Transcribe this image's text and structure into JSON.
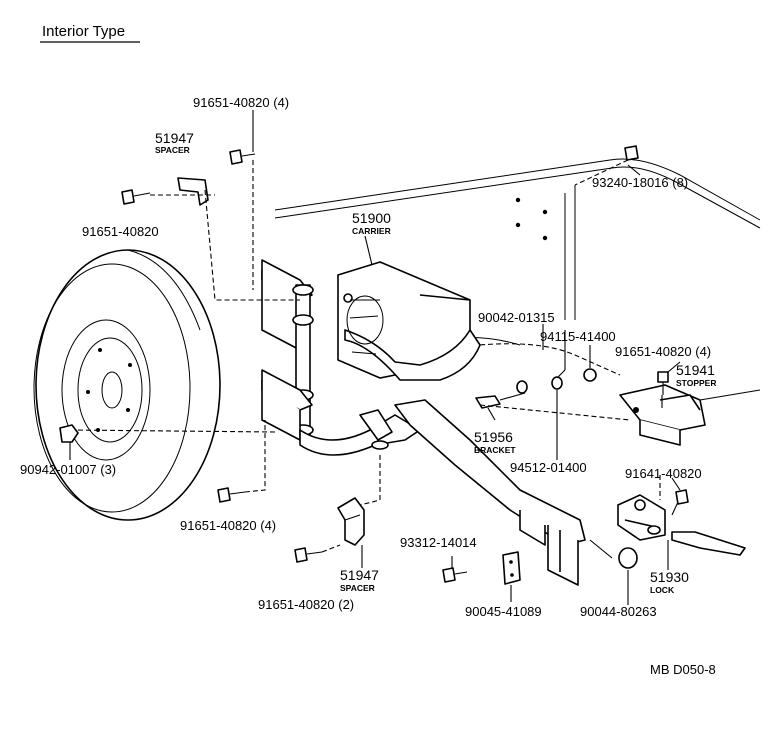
{
  "title": "Interior Type",
  "diagram_code": "MB D050-8",
  "parts": {
    "p1": {
      "number": "91651-40820 (4)"
    },
    "p2": {
      "number": "51947",
      "name": "SPACER"
    },
    "p3": {
      "number": "91651-40820"
    },
    "p4": {
      "number": "51900",
      "name": "CARRIER"
    },
    "p5": {
      "number": "93240-18016 (8)"
    },
    "p6": {
      "number": "90042-01315"
    },
    "p7": {
      "number": "94115-41400"
    },
    "p8": {
      "number": "91651-40820 (4)"
    },
    "p9": {
      "number": "51941",
      "name": "STOPPER"
    },
    "p10": {
      "number": "51956",
      "name": "BRACKET"
    },
    "p11": {
      "number": "94512-01400"
    },
    "p12": {
      "number": "90942-01007 (3)"
    },
    "p13": {
      "number": "91641-40820"
    },
    "p14": {
      "number": "91651-40820 (4)"
    },
    "p15": {
      "number": "93312-14014"
    },
    "p16": {
      "number": "51947",
      "name": "SPACER"
    },
    "p17": {
      "number": "51930",
      "name": "LOCK"
    },
    "p18": {
      "number": "91651-40820 (2)"
    },
    "p19": {
      "number": "90045-41089"
    },
    "p20": {
      "number": "90044-80263"
    }
  }
}
